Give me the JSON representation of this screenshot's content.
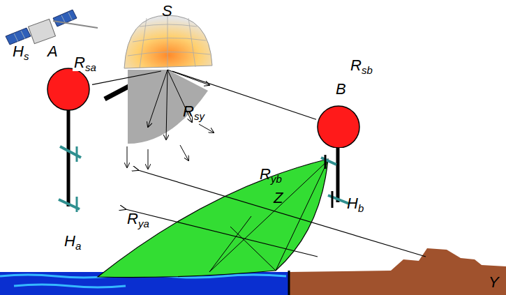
{
  "diagram": {
    "nodes": [
      {
        "text": [
          "S"
        ]
      },
      {
        "text": [
          "A"
        ]
      },
      {
        "text": [
          "B"
        ]
      }
    ],
    "edges": [
      {
        "from": 0,
        "to": 1,
        "arrow": "none",
        "label": "Rsa"
      },
      {
        "from": 0,
        "to": 2,
        "arrow": "none",
        "label": "Rsb"
      }
    ],
    "labels": [
      "Hs",
      "Ha",
      "Hb",
      "Rsy",
      "Rya",
      "Ryb",
      "Z",
      "Y"
    ]
  }
}
